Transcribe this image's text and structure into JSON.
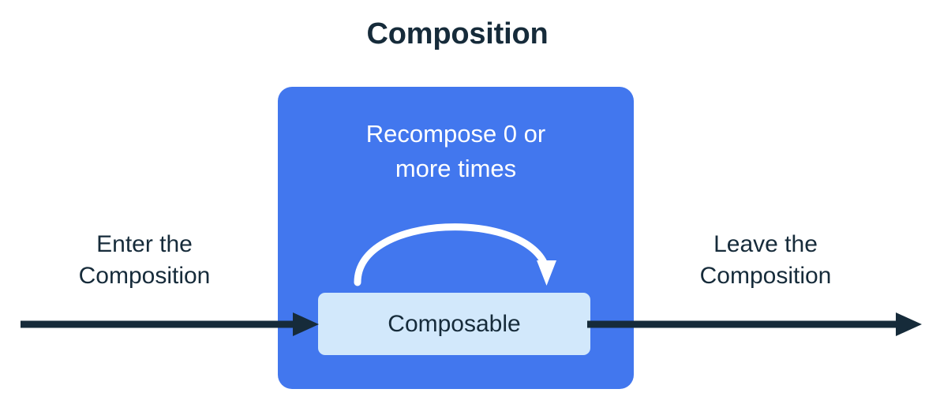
{
  "diagram": {
    "title": "Composition",
    "type": "flow-diagram",
    "colors": {
      "background": "#ffffff",
      "text_dark": "#162B3A",
      "composition_box": "#4277EE",
      "composable_box": "#D2E8FB",
      "arrow_dark": "#162B3A",
      "arrow_light": "#ffffff"
    }
  },
  "labels": {
    "enter": {
      "line1": "Enter the",
      "line2": "Composition"
    },
    "leave": {
      "line1": "Leave the",
      "line2": "Composition"
    }
  },
  "composition": {
    "caption": {
      "line1": "Recompose 0 or",
      "line2": "more times"
    },
    "composable_label": "Composable"
  },
  "icons": {
    "enter_arrow": "arrow-right-icon",
    "leave_arrow": "arrow-right-icon",
    "recompose_arrow": "curved-loop-arrow-icon"
  }
}
